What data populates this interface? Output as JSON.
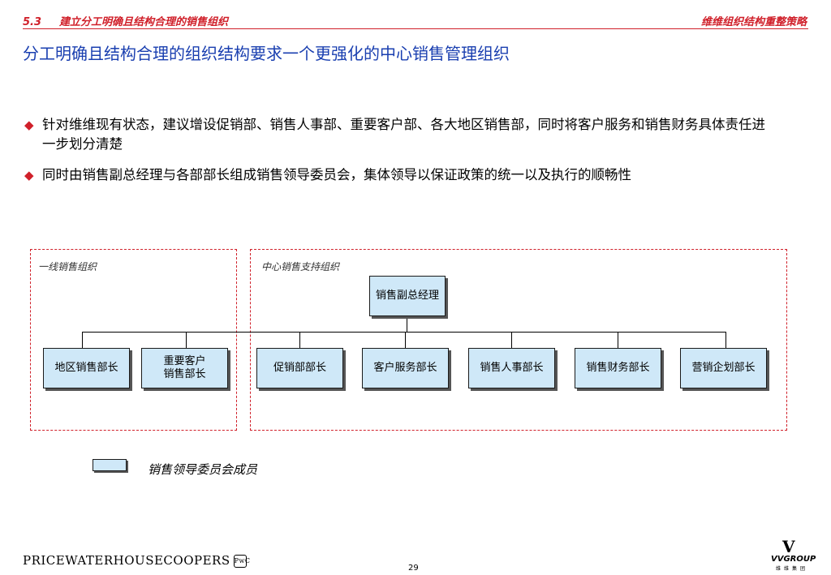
{
  "header": {
    "section_number": "5.3",
    "section_title": "建立分工明确且结构合理的销售组织",
    "right_title": "维维组织结构重整策略"
  },
  "title": "分工明确且结构合理的组织结构要求一个更强化的中心销售管理组织",
  "bullets": [
    "针对维维现有状态，建议增设促销部、销售人事部、重要客户部、各大地区销售部，同时将客户服务和销售财务具体责任进一步划分清楚",
    "同时由销售副总经理与各部部长组成销售领导委员会，集体领导以保证政策的统一以及执行的顺畅性"
  ],
  "org_chart": {
    "groups": {
      "frontline": "一线销售组织",
      "central": "中心销售支持组织"
    },
    "root": "销售副总经理",
    "children": [
      "地区销售部长",
      "重要客户\n销售部长",
      "促销部部长",
      "客户服务部长",
      "销售人事部长",
      "销售财务部长",
      "营销企划部长"
    ],
    "node_color": "#cfe8f8",
    "dash_color": "#d0202a"
  },
  "legend": {
    "label": "销售领导委员会成员"
  },
  "footer": {
    "logo_left": "PRICEWATERHOUSECOOPERS",
    "logo_left_mark": "PwC",
    "page_number": "29",
    "logo_right": "VVGROUP",
    "logo_right_sub": "维维集团"
  }
}
